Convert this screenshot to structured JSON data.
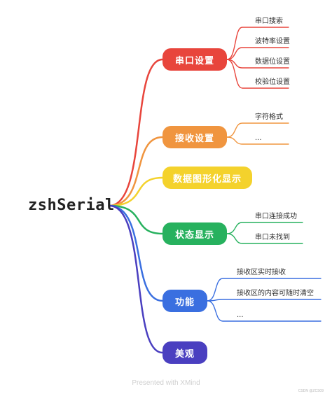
{
  "root": {
    "label": "zshSerial"
  },
  "branches": [
    {
      "label": "串口设置",
      "color": "#e8453c",
      "leaves": [
        "串口搜索",
        "波特率设置",
        "数据位设置",
        "校验位设置"
      ]
    },
    {
      "label": "接收设置",
      "color": "#f0953f",
      "leaves": [
        "字符格式",
        "..."
      ]
    },
    {
      "label": "数据图形化显示",
      "color": "#f4d22c",
      "leaves": []
    },
    {
      "label": "状态显示",
      "color": "#27b15e",
      "leaves": [
        "串口连接成功",
        "串口未找到"
      ]
    },
    {
      "label": "功能",
      "color": "#3a6fe0",
      "leaves": [
        "接收区实时接收",
        "接收区的内容可随时清空",
        "..."
      ]
    },
    {
      "label": "美观",
      "color": "#4a3fc0",
      "leaves": []
    }
  ],
  "footer": {
    "text": "Presented with XMind",
    "watermark": "CSDN @ZCS09"
  }
}
